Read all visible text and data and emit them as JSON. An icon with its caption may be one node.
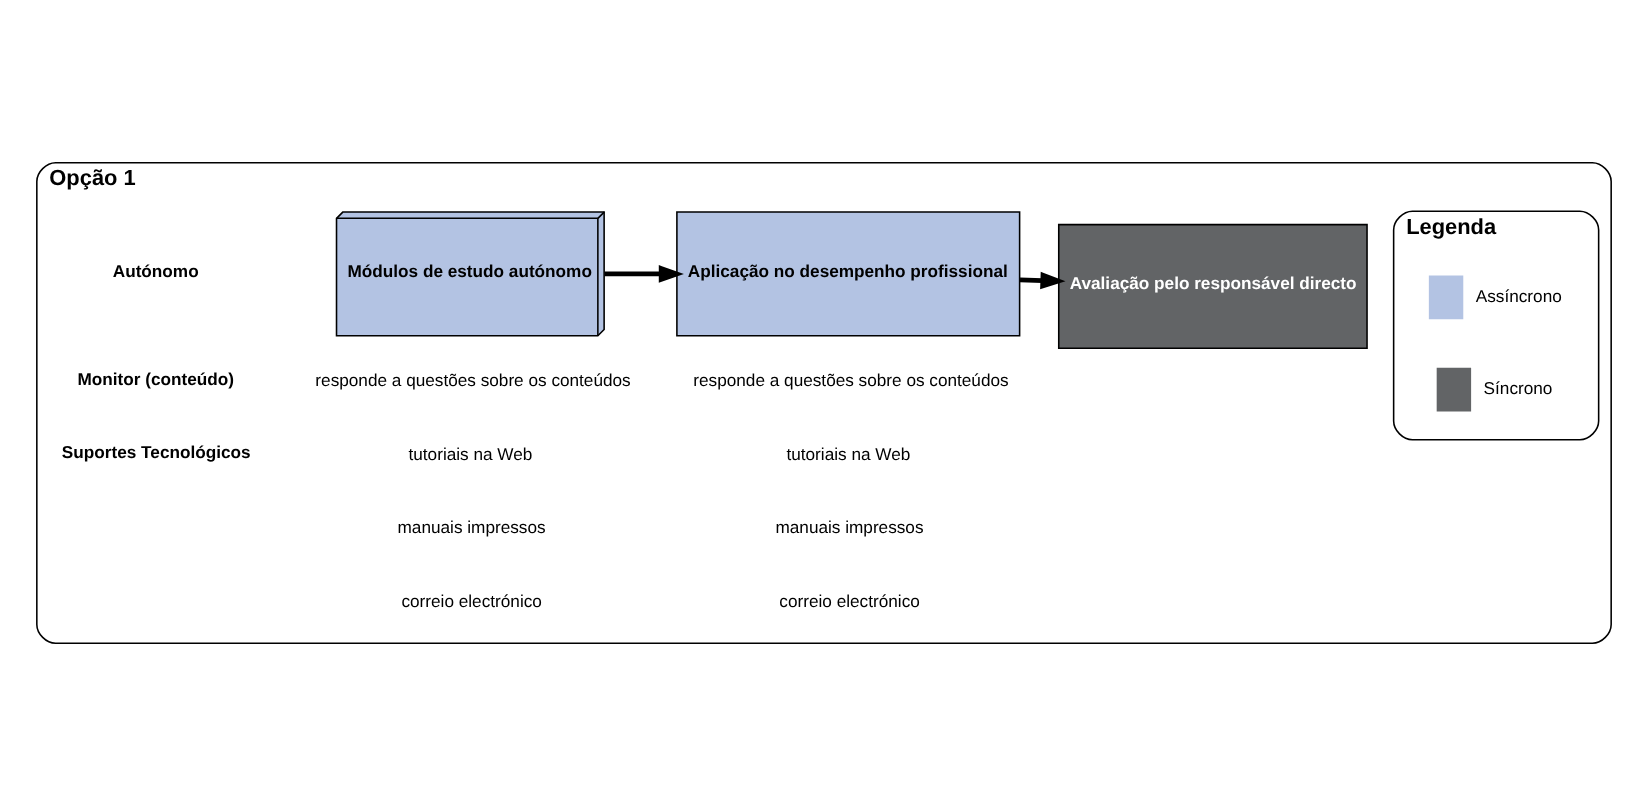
{
  "diagram": {
    "nodes": [
      {
        "text": [
          "Opção 1"
        ]
      },
      {
        "text": [
          "Módulos de estudo autónomo"
        ],
        "in": 0
      },
      {
        "text": [
          "Aplicação no desempenho profissional"
        ],
        "in": 0
      },
      {
        "text": [
          "Avaliação pelo responsável directo"
        ],
        "in": 0
      },
      {
        "text": [
          "Legenda"
        ],
        "in": 0
      }
    ],
    "edges": [
      {
        "from": 1,
        "to": 2,
        "arrow": "to"
      },
      {
        "from": 2,
        "to": 3,
        "arrow": "to"
      }
    ],
    "labels": [
      "Autónomo",
      "Monitor (conteúdo)",
      "Suportes Tecnológicos",
      "responde a questões sobre os conteúdos",
      "responde a questões sobre os conteúdos",
      "tutoriais na Web",
      "manuais impressos",
      "correio electrónico",
      "tutoriais na Web",
      "manuais impressos",
      "correio electrónico"
    ],
    "legend": [
      {
        "text": "Assíncrono",
        "color": "#b3c3e3"
      },
      {
        "text": "Síncrono",
        "color": "#626466"
      }
    ]
  }
}
